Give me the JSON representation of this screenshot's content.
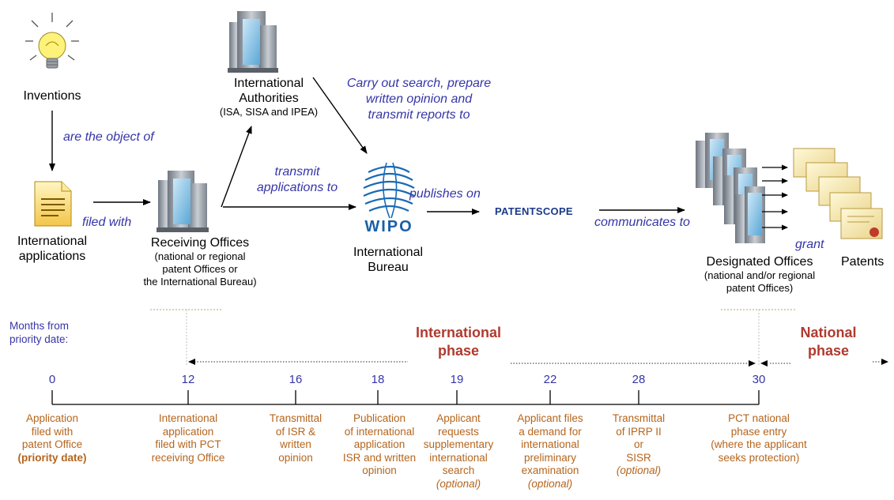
{
  "actors": {
    "inventions": "Inventions",
    "intl_applications": [
      "International",
      "applications"
    ],
    "receiving_offices": "Receiving Offices",
    "receiving_offices_sub": [
      "(national or regional",
      "patent Offices or",
      "the International Bureau)"
    ],
    "intl_authorities": [
      "International",
      "Authorities"
    ],
    "intl_authorities_sub": "(ISA, SISA and IPEA)",
    "wipo_logo_text": "WIPO",
    "intl_bureau": [
      "International",
      "Bureau"
    ],
    "patentscope": "PATENTSCOPE",
    "designated_offices": "Designated Offices",
    "designated_offices_sub": [
      "(national and/or regional",
      "patent Offices)"
    ],
    "patents": "Patents"
  },
  "flows": {
    "object_of": "are the object of",
    "filed_with": "filed with",
    "transmit_apps": [
      "transmit",
      "applications to"
    ],
    "carry_out": [
      "Carry out search, prepare",
      "written opinion and",
      "transmit reports to"
    ],
    "publishes_on": "publishes on",
    "communicates_to": "communicates to",
    "grant": "grant"
  },
  "timeline": {
    "months_label": [
      "Months from",
      "priority date:"
    ],
    "intl_phase": [
      "International",
      "phase"
    ],
    "national_phase": [
      "National",
      "phase"
    ],
    "months": [
      "0",
      "12",
      "16",
      "18",
      "19",
      "22",
      "28",
      "30"
    ],
    "descriptions": [
      {
        "lines": [
          "Application",
          "filed with",
          "patent Office"
        ],
        "bold": "(priority date)"
      },
      {
        "lines": [
          "International",
          "application",
          "filed with PCT",
          "receiving Office"
        ]
      },
      {
        "lines": [
          "Transmittal",
          "of ISR &",
          "written",
          "opinion"
        ]
      },
      {
        "lines": [
          "Publication",
          "of international",
          "application",
          "ISR and written",
          "opinion"
        ]
      },
      {
        "lines": [
          "Applicant",
          "requests",
          "supplementary",
          "international",
          "search"
        ],
        "italic": "(optional)"
      },
      {
        "lines": [
          "Applicant files",
          "a demand for",
          "international",
          "preliminary",
          "examination"
        ],
        "italic": "(optional)"
      },
      {
        "lines": [
          "Transmittal",
          "of IPRP II",
          "or",
          "SISR"
        ],
        "italic": "(optional)"
      },
      {
        "lines": [
          "PCT national",
          "phase entry",
          "(where the applicant",
          "seeks protection)"
        ]
      }
    ]
  },
  "colors": {
    "verb": "#3535a8",
    "phase": "#b03a2e",
    "description": "#b5651d",
    "wipo_blue": "#1a5fa8"
  }
}
